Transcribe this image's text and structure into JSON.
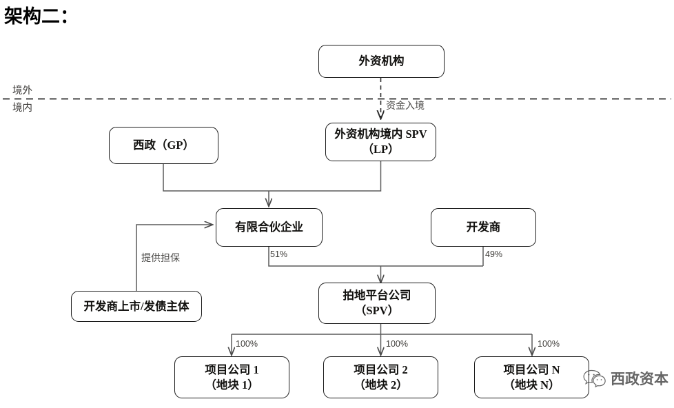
{
  "title": "架构二：",
  "zones": {
    "offshore": "境外",
    "onshore": "境内"
  },
  "nodes": {
    "foreign_institution": {
      "line1": "外资机构"
    },
    "foreign_spv": {
      "line1": "外资机构境内 SPV",
      "line2": "（LP）"
    },
    "xizheng_gp": {
      "line1": "西政（GP）"
    },
    "limited_partnership": {
      "line1": "有限合伙企业"
    },
    "developer": {
      "line1": "开发商"
    },
    "developer_listed_entity": {
      "line1": "开发商上市/发债主体"
    },
    "land_platform_spv": {
      "line1": "拍地平台公司",
      "line2": "（SPV）"
    },
    "project_company_1": {
      "line1": "项目公司 1",
      "line2": "（地块 1）"
    },
    "project_company_2": {
      "line1": "项目公司 2",
      "line2": "（地块 2）"
    },
    "project_company_n": {
      "line1": "项目公司 N",
      "line2": "（地块 N）"
    }
  },
  "edge_labels": {
    "capital_inflow": "资金入境",
    "provide_guarantee": "提供担保",
    "share_51": "51%",
    "share_49": "49%",
    "share_100_a": "100%",
    "share_100_b": "100%",
    "share_100_c": "100%"
  },
  "watermark": {
    "text": "西政资本",
    "icon": "wechat-icon"
  },
  "colors": {
    "border": "#1a1a1a",
    "text": "#11100e",
    "label": "#3e3c39",
    "wire": "#5a5a5a",
    "background": "#ffffff"
  }
}
